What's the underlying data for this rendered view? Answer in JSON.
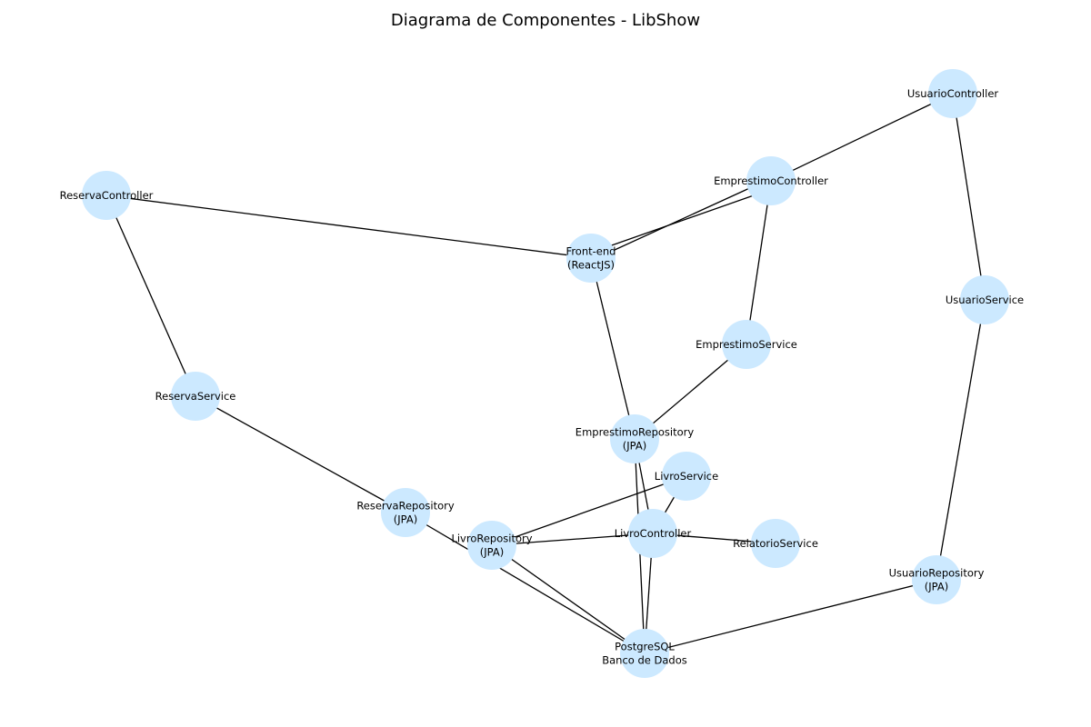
{
  "title": "Diagrama de Componentes - LibShow",
  "colors": {
    "node_fill": "#cce9ff",
    "edge": "#000000",
    "background": "#ffffff"
  },
  "nodes": [
    {
      "id": "usuario_controller",
      "lines": [
        "UsuarioController"
      ]
    },
    {
      "id": "emprestimo_controller",
      "lines": [
        "EmprestimoController"
      ]
    },
    {
      "id": "reserva_controller",
      "lines": [
        "ReservaController"
      ]
    },
    {
      "id": "frontend",
      "lines": [
        "Front-end",
        "(ReactJS)"
      ]
    },
    {
      "id": "usuario_service",
      "lines": [
        "UsuarioService"
      ]
    },
    {
      "id": "emprestimo_service",
      "lines": [
        "EmprestimoService"
      ]
    },
    {
      "id": "reserva_service",
      "lines": [
        "ReservaService"
      ]
    },
    {
      "id": "emprestimo_repository",
      "lines": [
        "EmprestimoRepository",
        "(JPA)"
      ]
    },
    {
      "id": "livro_service",
      "lines": [
        "LivroService"
      ]
    },
    {
      "id": "reserva_repository",
      "lines": [
        "ReservaRepository",
        "(JPA)"
      ]
    },
    {
      "id": "livro_repository",
      "lines": [
        "LivroRepository",
        "(JPA)"
      ]
    },
    {
      "id": "livro_controller",
      "lines": [
        "LivroController"
      ]
    },
    {
      "id": "relatorio_service",
      "lines": [
        "RelatorioService"
      ]
    },
    {
      "id": "usuario_repository",
      "lines": [
        "UsuarioRepository",
        "(JPA)"
      ]
    },
    {
      "id": "postgresql",
      "lines": [
        "PostgreSQL",
        "Banco de Dados"
      ]
    }
  ],
  "edges": [
    [
      "usuario_controller",
      "emprestimo_controller"
    ],
    [
      "usuario_controller",
      "usuario_service"
    ],
    [
      "emprestimo_controller",
      "frontend"
    ],
    [
      "emprestimo_controller",
      "emprestimo_service"
    ],
    [
      "reserva_controller",
      "frontend"
    ],
    [
      "reserva_controller",
      "reserva_service"
    ],
    [
      "frontend",
      "emprestimo_repository"
    ],
    [
      "usuario_service",
      "usuario_repository"
    ],
    [
      "emprestimo_service",
      "emprestimo_repository"
    ],
    [
      "reserva_service",
      "reserva_repository"
    ],
    [
      "emprestimo_repository",
      "livro_controller"
    ],
    [
      "emprestimo_repository",
      "postgresql"
    ],
    [
      "livro_service",
      "livro_repository"
    ],
    [
      "livro_service",
      "livro_controller"
    ],
    [
      "reserva_repository",
      "postgresql"
    ],
    [
      "livro_repository",
      "livro_controller"
    ],
    [
      "livro_repository",
      "postgresql"
    ],
    [
      "livro_controller",
      "relatorio_service"
    ],
    [
      "livro_controller",
      "postgresql"
    ],
    [
      "usuario_repository",
      "postgresql"
    ]
  ]
}
